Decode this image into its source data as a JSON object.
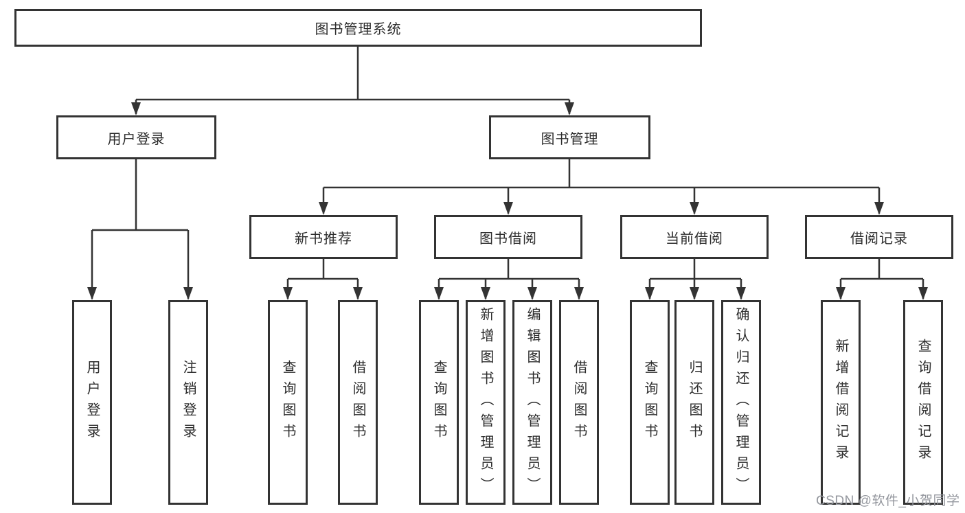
{
  "diagram": {
    "colors": {
      "line": "#333333",
      "box_border": "#333333",
      "box_background": "#ffffff",
      "text": "#2d2d2d",
      "watermark": "#94979e"
    },
    "nodes": {
      "root": "图书管理系统",
      "user_login": "用户登录",
      "book_mgmt": "图书管理",
      "new_book_rec": "新书推荐",
      "book_borrow": "图书借阅",
      "current_borrow": "当前借阅",
      "borrow_record": "借阅记录",
      "leaf_login": "用户登录",
      "leaf_logout": "注销登录",
      "leaf_nbr_query": "查询图书",
      "leaf_nbr_borrow": "借阅图书",
      "leaf_bb_query": "查询图书",
      "leaf_bb_add": "新增图书（管理员）",
      "leaf_bb_edit": "编辑图书（管理员）",
      "leaf_bb_borrow": "借阅图书",
      "leaf_cb_query": "查询图书",
      "leaf_cb_return": "归还图书",
      "leaf_cb_confirm": "确认归还（管理员）",
      "leaf_br_add": "新增借阅记录",
      "leaf_br_query": "查询借阅记录"
    },
    "structure": {
      "图书管理系统": {
        "用户登录": [
          "用户登录",
          "注销登录"
        ],
        "图书管理": {
          "新书推荐": [
            "查询图书",
            "借阅图书"
          ],
          "图书借阅": [
            "查询图书",
            "新增图书（管理员）",
            "编辑图书（管理员）",
            "借阅图书"
          ],
          "当前借阅": [
            "查询图书",
            "归还图书",
            "确认归还（管理员）"
          ],
          "借阅记录": [
            "新增借阅记录",
            "查询借阅记录"
          ]
        }
      }
    }
  },
  "watermark": {
    "text": "CSDN @软件_小贺同学"
  }
}
